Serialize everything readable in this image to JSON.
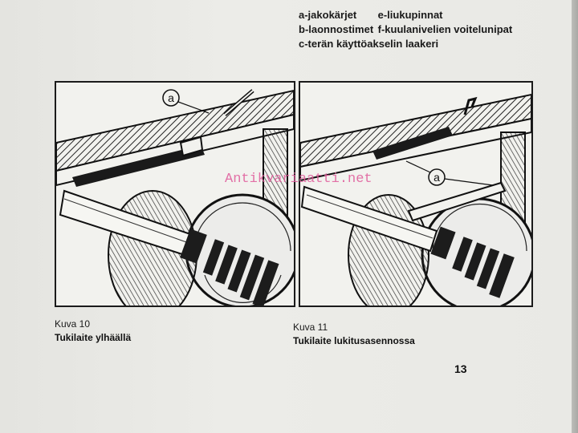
{
  "legend": {
    "items": [
      [
        "a-jakokärjet",
        "e-liukupinnat"
      ],
      [
        "b-laonnostimet",
        "f-kuulanivelien voitelunipat"
      ],
      [
        "c-terän käyttöakselin laakeri",
        ""
      ]
    ]
  },
  "figures": [
    {
      "label": "Kuva 10",
      "title": "Tukilaite ylhäällä",
      "marker": "a"
    },
    {
      "label": "Kuva 11",
      "title": "Tukilaite lukitusasennossa",
      "marker": "a"
    }
  ],
  "watermark": "Antikvariaatti.net",
  "page_number": "13"
}
